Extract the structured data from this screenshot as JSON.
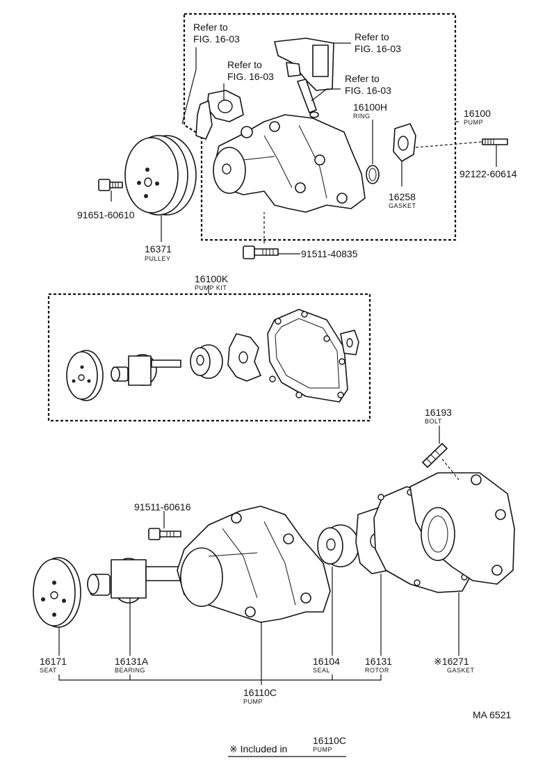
{
  "figure_code": "MA 6521",
  "footnote": {
    "mark": "※",
    "text": "Included in",
    "part_number": "16110C",
    "part_name": "PUMP"
  },
  "references": [
    {
      "line1": "Refer to",
      "line2": "FIG. 16-03"
    },
    {
      "line1": "Refer to",
      "line2": "FIG. 16-03"
    },
    {
      "line1": "Refer to",
      "line2": "FIG. 16-03"
    },
    {
      "line1": "Refer to",
      "line2": "FIG. 16-03"
    }
  ],
  "parts": {
    "p16100": {
      "number": "16100",
      "name": "PUMP"
    },
    "p16100H": {
      "number": "16100H",
      "name": "RING"
    },
    "p92122": {
      "number": "92122-60614",
      "name": ""
    },
    "p16258": {
      "number": "16258",
      "name": "GASKET"
    },
    "p91651": {
      "number": "91651-60610",
      "name": ""
    },
    "p16371": {
      "number": "16371",
      "name": "PULLEY"
    },
    "p91511a": {
      "number": "91511-40835",
      "name": ""
    },
    "p16100K": {
      "number": "16100K",
      "name": "PUMP KIT"
    },
    "p16193": {
      "number": "16193",
      "name": "BOLT"
    },
    "p91511b": {
      "number": "91511-60616",
      "name": ""
    },
    "p16171": {
      "number": "16171",
      "name": "SEAT"
    },
    "p16131A": {
      "number": "16131A",
      "name": "BEARING"
    },
    "p16104": {
      "number": "16104",
      "name": "SEAL"
    },
    "p16131": {
      "number": "16131",
      "name": "ROTOR"
    },
    "p16271": {
      "number": "16271",
      "name": "GASKET",
      "mark": "※"
    },
    "p16110C": {
      "number": "16110C",
      "name": "PUMP"
    }
  }
}
